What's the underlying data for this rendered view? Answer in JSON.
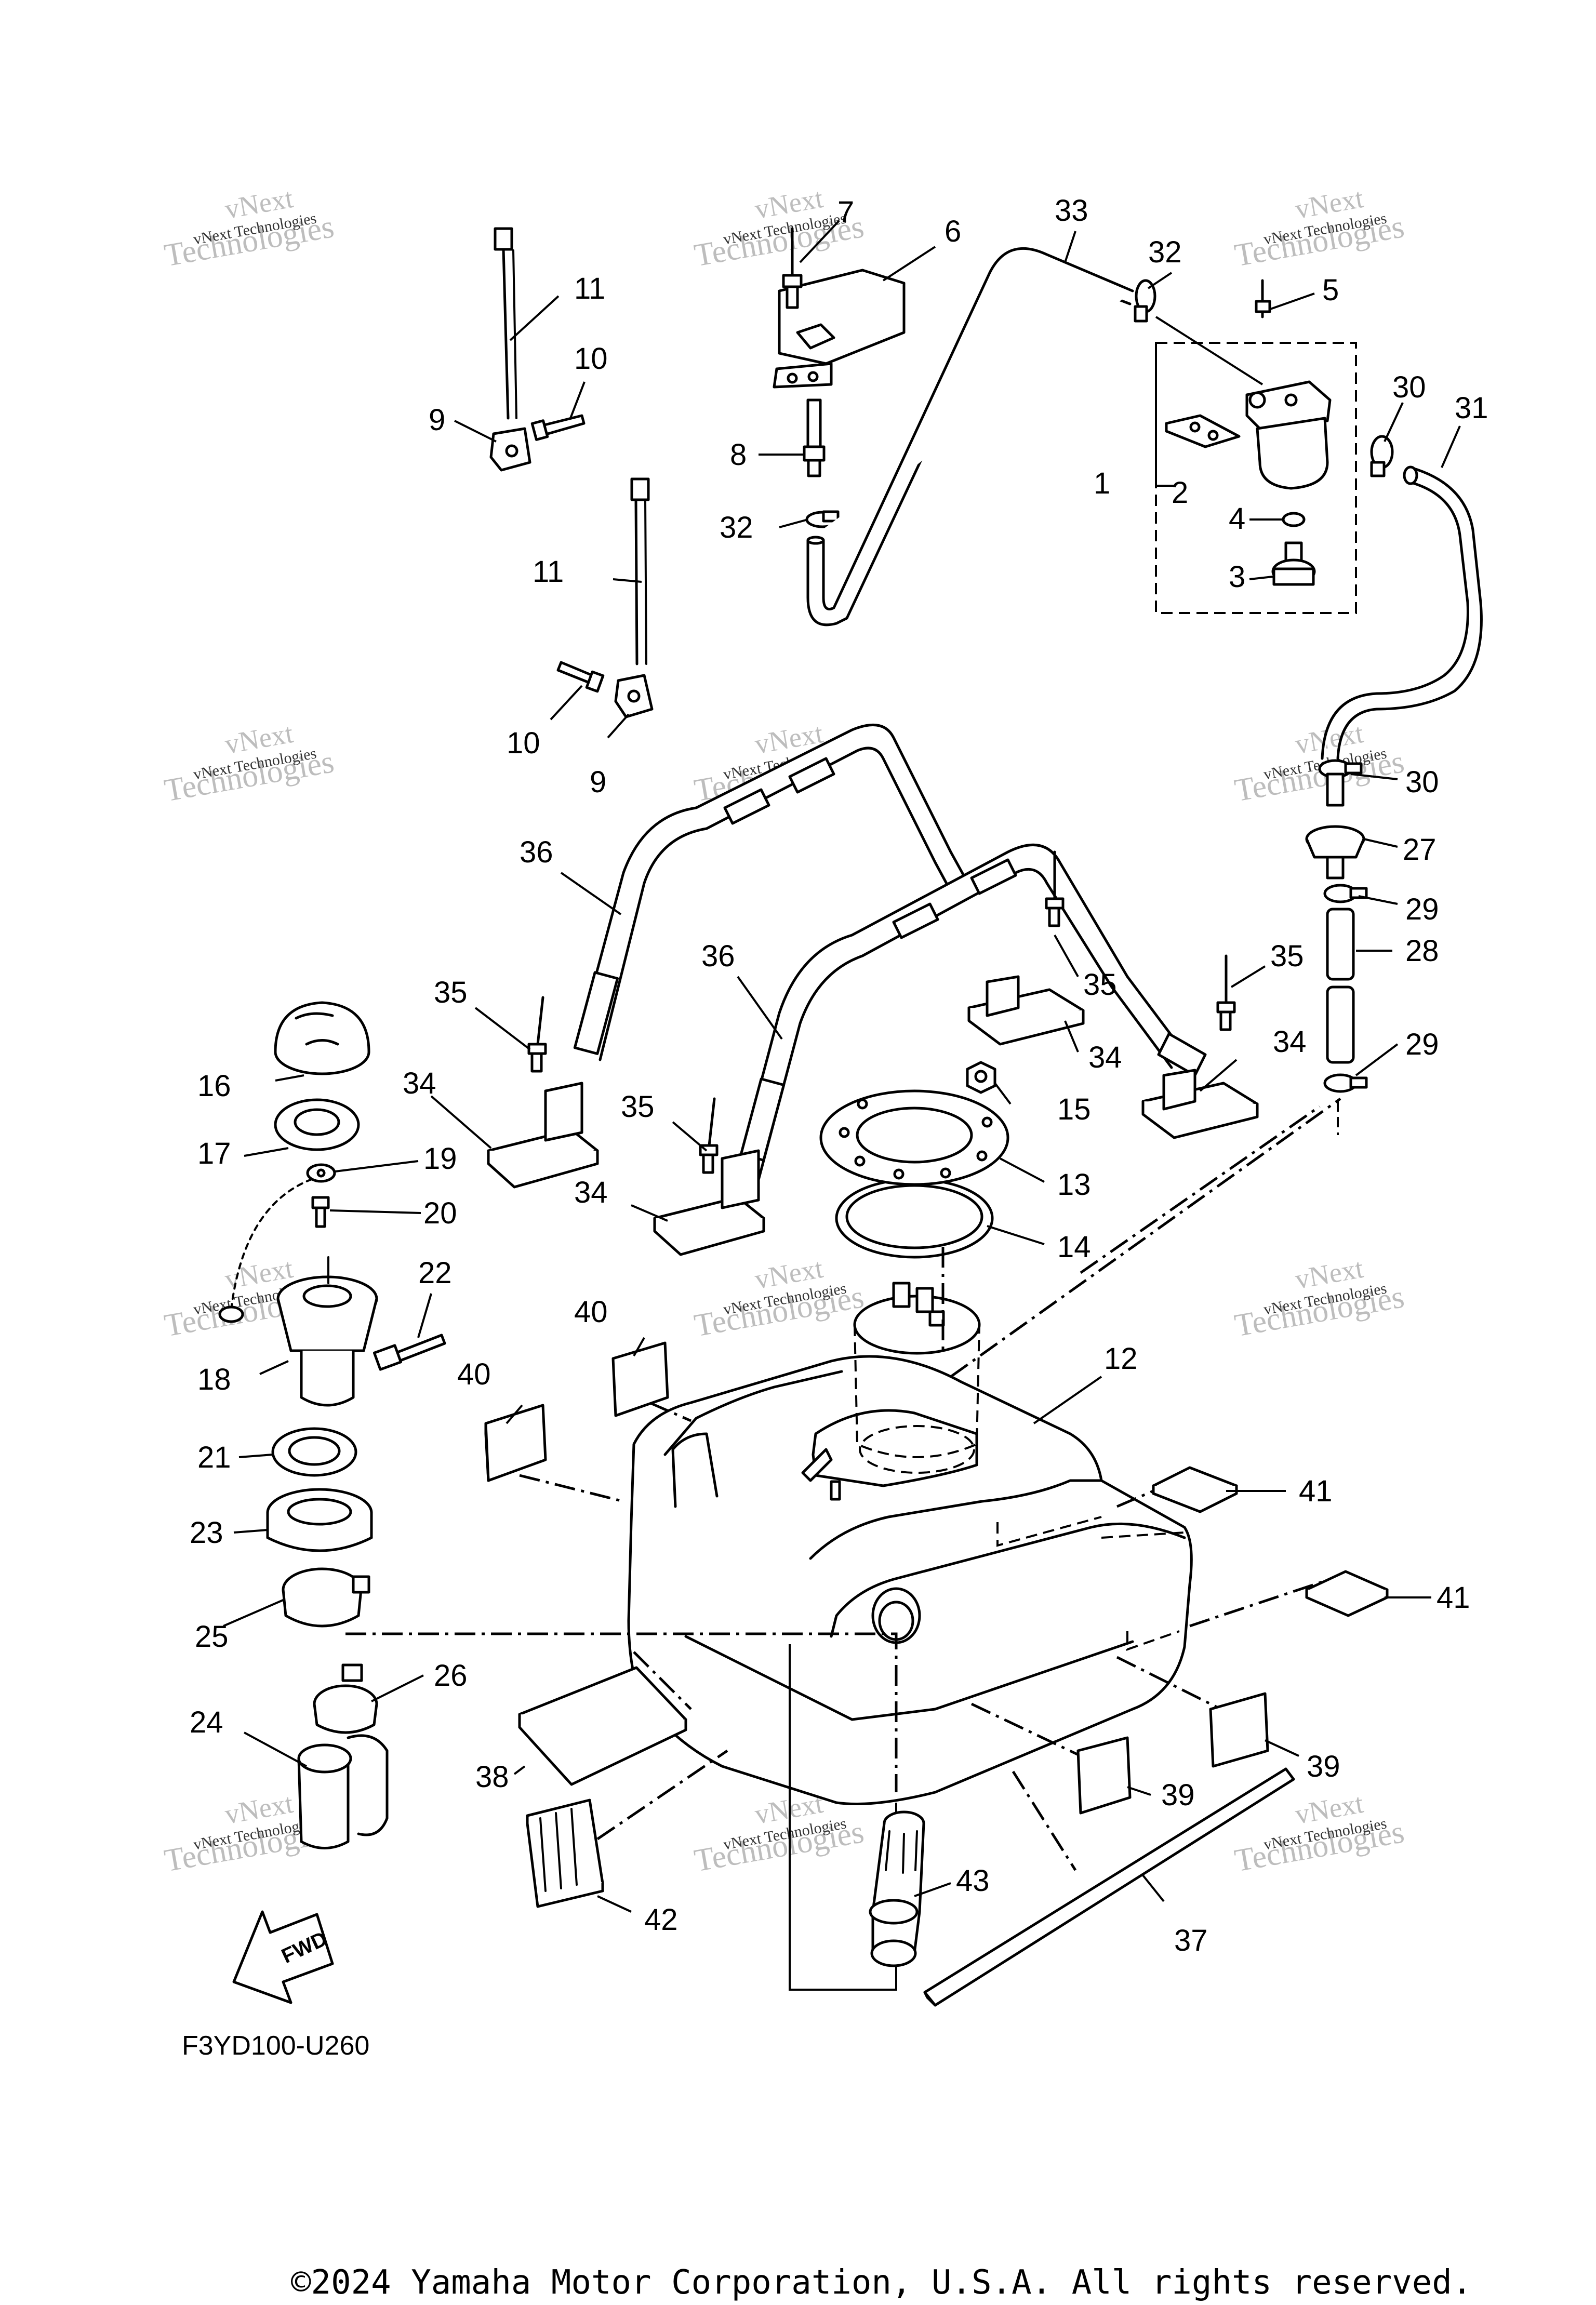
{
  "diagram": {
    "code": "F3YD100-U260",
    "fwd_label": "FWD",
    "copyright": "©2024 Yamaha Motor Corporation, U.S.A. All rights reserved.",
    "watermark": {
      "line1": "vNext",
      "line2": "Technologies",
      "small": "vNext Technologies"
    },
    "callouts": [
      "1",
      "2",
      "3",
      "4",
      "5",
      "6",
      "7",
      "8",
      "9",
      "10",
      "11",
      "12",
      "13",
      "14",
      "15",
      "16",
      "17",
      "18",
      "19",
      "20",
      "21",
      "22",
      "23",
      "24",
      "25",
      "26",
      "27",
      "28",
      "29",
      "30",
      "31",
      "32",
      "33",
      "34",
      "35",
      "36",
      "37",
      "38",
      "39",
      "40",
      "41",
      "42",
      "43"
    ]
  }
}
